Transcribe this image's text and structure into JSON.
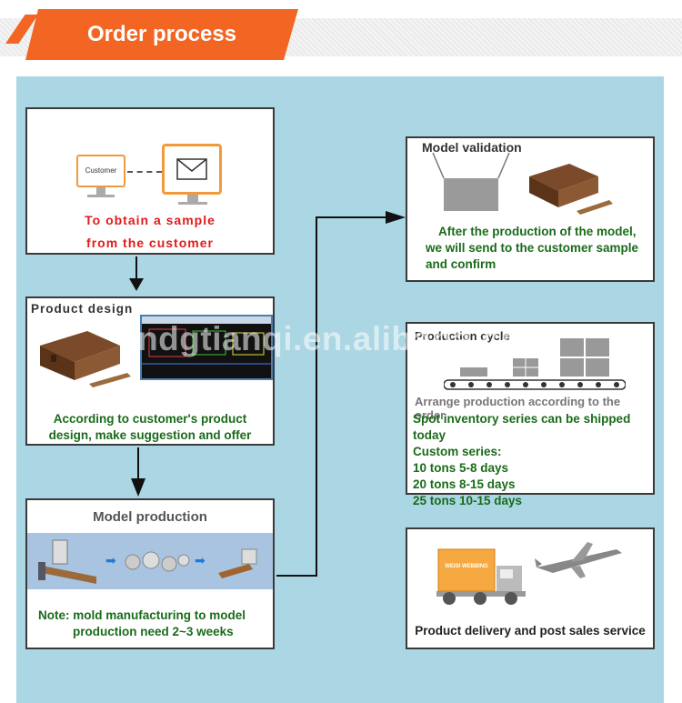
{
  "header": {
    "title": "Order process"
  },
  "watermark": "cndgtianqi.en.alibaba.com",
  "steps": {
    "sample": {
      "customer_label": "Customer",
      "line1": "To obtain a sample",
      "line2": "from the customer"
    },
    "design": {
      "title": "Product design",
      "line1": "According to customer's product",
      "line2": "design, make suggestion and offer"
    },
    "model_production": {
      "title": "Model production",
      "line1": "Note: mold manufacturing to model",
      "line2": "production need 2~3 weeks"
    },
    "validation": {
      "title": "Model validation",
      "line1": "After the production of the model,",
      "line2": "we will send to the customer sample",
      "line3": "and confirm"
    },
    "cycle": {
      "title": "Production cycle",
      "line1": "Arrange production according to the order",
      "line2": "Spot inventory series can be shipped today",
      "line3": "Custom series:",
      "line4": "10 tons 5-8 days",
      "line5": "20 tons 8-15 days",
      "line6": "25 tons 10-15 days"
    },
    "delivery": {
      "truck_label": "WEISI WEBBING",
      "caption": "Product delivery and post sales service"
    }
  },
  "colors": {
    "accent": "#f26522",
    "panel": "#abd6e3",
    "green_text": "#1a6b1a",
    "red_text": "#e01b1b"
  }
}
